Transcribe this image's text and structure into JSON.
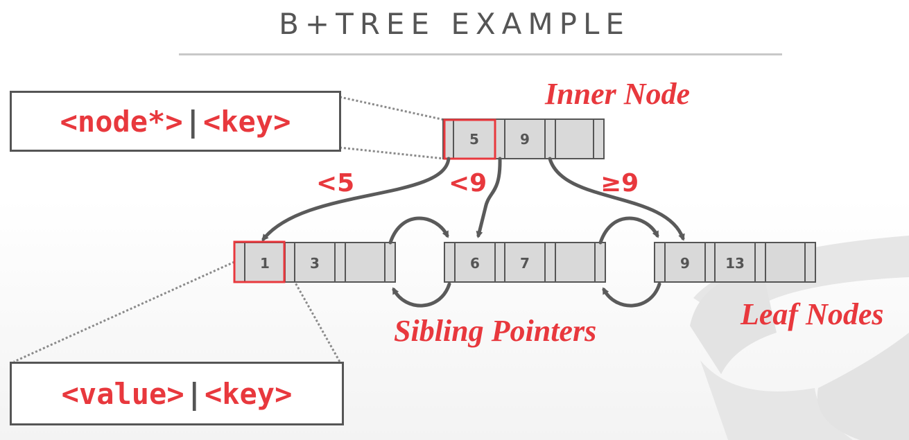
{
  "title": "B+TREE EXAMPLE",
  "labels": {
    "inner_node": "Inner Node",
    "leaf_nodes": "Leaf Nodes",
    "sibling_pointers": "Sibling Pointers"
  },
  "comparators": {
    "lt5": "<5",
    "lt9": "<9",
    "ge9": "≥9"
  },
  "legend": {
    "inner_left": "<node*>",
    "inner_right": "<key>",
    "leaf_left": "<value>",
    "leaf_right": "<key>",
    "separator": "|"
  },
  "inner_node_keys": [
    "5",
    "9",
    ""
  ],
  "leaf_nodes": [
    {
      "keys": [
        "1",
        "3",
        ""
      ]
    },
    {
      "keys": [
        "6",
        "7",
        ""
      ]
    },
    {
      "keys": [
        "9",
        "13",
        ""
      ]
    }
  ],
  "colors": {
    "accent": "#e8383d",
    "node_fill": "#d9d9d9",
    "stroke": "#555555",
    "arrow": "#5a5a5a"
  }
}
